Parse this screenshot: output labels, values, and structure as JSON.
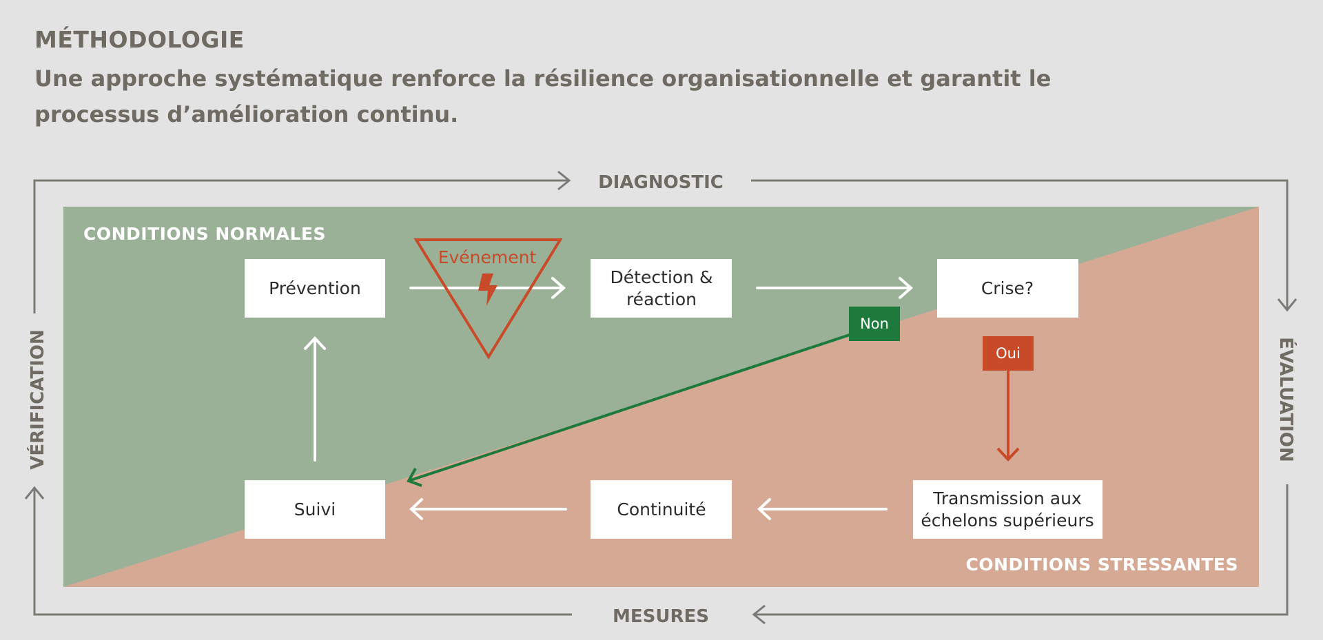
{
  "header": {
    "title": "MÉTHODOLOGIE",
    "subtitle": "Une approche systématique renforce la résilience organisationnelle et garantit le processus d’amélioration continu."
  },
  "cycle": {
    "top": "DIAGNOSTIC",
    "right": "ÉVALUATION",
    "bottom": "MESURES",
    "left": "VÉRIFICATION"
  },
  "zones": {
    "normal": "CONDITIONS NORMALES",
    "stress": "CONDITIONS STRESSANTES"
  },
  "event": {
    "label": "Evénement",
    "icon": "lightning-bolt-icon"
  },
  "steps": {
    "prevention": "Prévention",
    "detection_line1": "Détection &",
    "detection_line2": "réaction",
    "crise": "Crise?",
    "transmission_line1": "Transmission aux",
    "transmission_line2": "échelons supérieurs",
    "continuite": "Continuité",
    "suivi": "Suivi"
  },
  "decisions": {
    "non": "Non",
    "oui": "Oui"
  },
  "colors": {
    "background": "#e3e3e3",
    "normal_zone": "#9ab198",
    "stress_zone": "#d6a995",
    "no_path": "#1e7a3c",
    "yes_path": "#c94a28",
    "cycle_frame": "#7b7b76",
    "heading_text": "#6f6b63"
  }
}
